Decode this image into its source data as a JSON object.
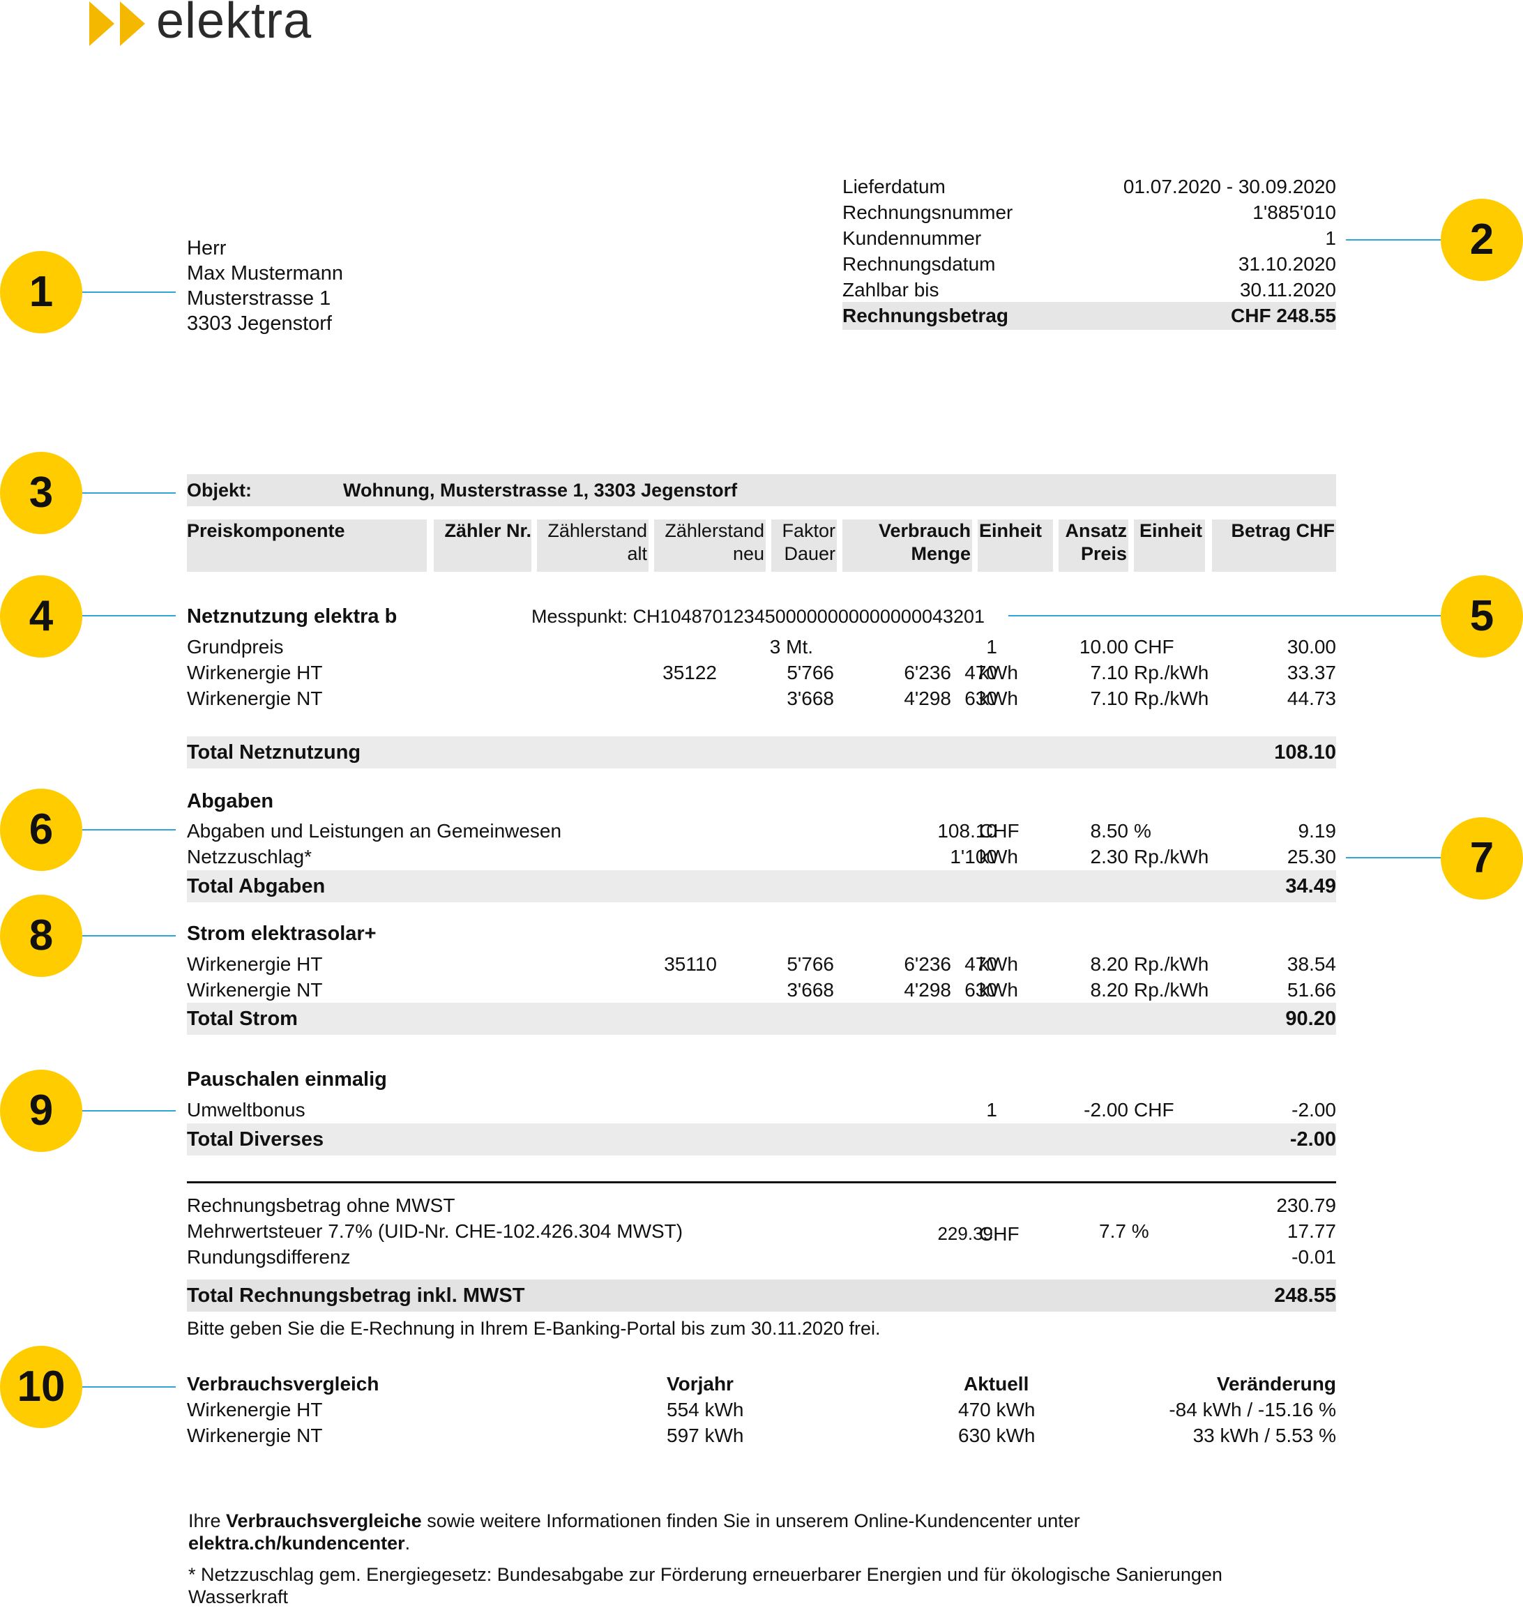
{
  "logo": {
    "text": "elektra",
    "accent_color": "#f5b800"
  },
  "badges": [
    "1",
    "2",
    "3",
    "4",
    "5",
    "6",
    "7",
    "8",
    "9",
    "10"
  ],
  "address": {
    "salutation": "Herr",
    "name": "Max Mustermann",
    "street": "Musterstrasse 1",
    "city": "3303 Jegenstorf"
  },
  "meta": [
    {
      "label": "Lieferdatum",
      "value": "01.07.2020 - 30.09.2020"
    },
    {
      "label": "Rechnungsnummer",
      "value": "1'885'010"
    },
    {
      "label": "Kundennummer",
      "value": "1"
    },
    {
      "label": "Rechnungsdatum",
      "value": "31.10.2020"
    },
    {
      "label": "Zahlbar bis",
      "value": "30.11.2020"
    },
    {
      "label": "Rechnungsbetrag",
      "value": "CHF 248.55"
    }
  ],
  "object": {
    "label": "Objekt:",
    "value": "Wohnung, Musterstrasse 1, 3303 Jegenstorf"
  },
  "columns": {
    "preiskomponente": "Preiskomponente",
    "zaehler_nr": "Zähler Nr.",
    "zaehlerstand_alt": "Zählerstand\nalt",
    "zaehlerstand_neu": "Zählerstand\nneu",
    "faktor_dauer": "Faktor\nDauer",
    "verbrauch_menge": "Verbrauch\nMenge",
    "einheit1": "Einheit",
    "ansatz_preis": "Ansatz\nPreis",
    "einheit2": "Einheit",
    "betrag": "Betrag CHF"
  },
  "netz": {
    "title": "Netznutzung elektra b",
    "messpunkt": "Messpunkt: CH1048701234500000000000000043201",
    "rows": [
      {
        "name": "Grundpreis",
        "zaehler": "",
        "alt": "",
        "neu": "",
        "faktor": "3 Mt.",
        "menge": "1",
        "einheit": "",
        "preis": "10.00",
        "einheit2": "CHF",
        "betrag": "30.00"
      },
      {
        "name": "Wirkenergie HT",
        "zaehler": "35122",
        "alt": "5'766",
        "neu": "6'236",
        "faktor": "",
        "menge": "470",
        "einheit": "kWh",
        "preis": "7.10",
        "einheit2": "Rp./kWh",
        "betrag": "33.37"
      },
      {
        "name": "Wirkenergie NT",
        "zaehler": "",
        "alt": "3'668",
        "neu": "4'298",
        "faktor": "",
        "menge": "630",
        "einheit": "kWh",
        "preis": "7.10",
        "einheit2": "Rp./kWh",
        "betrag": "44.73"
      }
    ],
    "total_label": "Total Netznutzung",
    "total": "108.10"
  },
  "abgaben": {
    "title": "Abgaben",
    "rows": [
      {
        "name": "Abgaben und Leistungen an Gemeinwesen",
        "menge": "108.10",
        "einheit": "CHF",
        "preis": "8.50",
        "einheit2": "%",
        "betrag": "9.19"
      },
      {
        "name": "Netzzuschlag*",
        "menge": "1'100",
        "einheit": "kWh",
        "preis": "2.30",
        "einheit2": "Rp./kWh",
        "betrag": "25.30"
      }
    ],
    "total_label": "Total Abgaben",
    "total": "34.49"
  },
  "strom": {
    "title": "Strom elektrasolar+",
    "rows": [
      {
        "name": "Wirkenergie HT",
        "zaehler": "35110",
        "alt": "5'766",
        "neu": "6'236",
        "menge": "470",
        "einheit": "kWh",
        "preis": "8.20",
        "einheit2": "Rp./kWh",
        "betrag": "38.54"
      },
      {
        "name": "Wirkenergie NT",
        "zaehler": "",
        "alt": "3'668",
        "neu": "4'298",
        "menge": "630",
        "einheit": "kWh",
        "preis": "8.20",
        "einheit2": "Rp./kWh",
        "betrag": "51.66"
      }
    ],
    "total_label": "Total Strom",
    "total": "90.20"
  },
  "pauschalen": {
    "title": "Pauschalen einmalig",
    "rows": [
      {
        "name": "Umweltbonus",
        "menge": "1",
        "preis": "-2.00",
        "einheit2": "CHF",
        "betrag": "-2.00"
      }
    ],
    "total_label": "Total Diverses",
    "total": "-2.00"
  },
  "summary": {
    "ohne_mwst_label": "Rechnungsbetrag ohne MWST",
    "ohne_mwst": "230.79",
    "mwst_label": "Mehrwertsteuer 7.7% (UID-Nr. CHE-102.426.304 MWST)",
    "mwst_basis": "229.39",
    "mwst_unit": "CHF",
    "mwst_rate": "7.7 %",
    "mwst": "17.77",
    "rundung_label": "Rundungsdifferenz",
    "rundung": "-0.01",
    "total_label": "Total Rechnungsbetrag inkl. MWST",
    "total": "248.55",
    "ebanking_note": "Bitte geben Sie die E-Rechnung in Ihrem E-Banking-Portal bis zum 30.11.2020 frei."
  },
  "vergleich": {
    "headers": [
      "Verbrauchsvergleich",
      "Vorjahr",
      "Aktuell",
      "Veränderung"
    ],
    "rows": [
      [
        "Wirkenergie HT",
        "554 kWh",
        "470 kWh",
        "-84 kWh / -15.16 %"
      ],
      [
        "Wirkenergie NT",
        "597 kWh",
        "630 kWh",
        "33 kWh / 5.53 %"
      ]
    ]
  },
  "footer": {
    "p1_pre": "Ihre ",
    "p1_bold": "Verbrauchsvergleiche",
    "p1_post": " sowie weitere Informationen finden Sie in unserem Online-Kundencenter unter",
    "p1_link": "elektra.ch/kundencenter",
    "p1_end": ".",
    "p2_line1": "* Netzzuschlag gem. Energiegesetz: Bundesabgabe zur Förderung erneuerbarer Energien und für ökologische Sanierungen",
    "p2_line2": "Wasserkraft"
  }
}
